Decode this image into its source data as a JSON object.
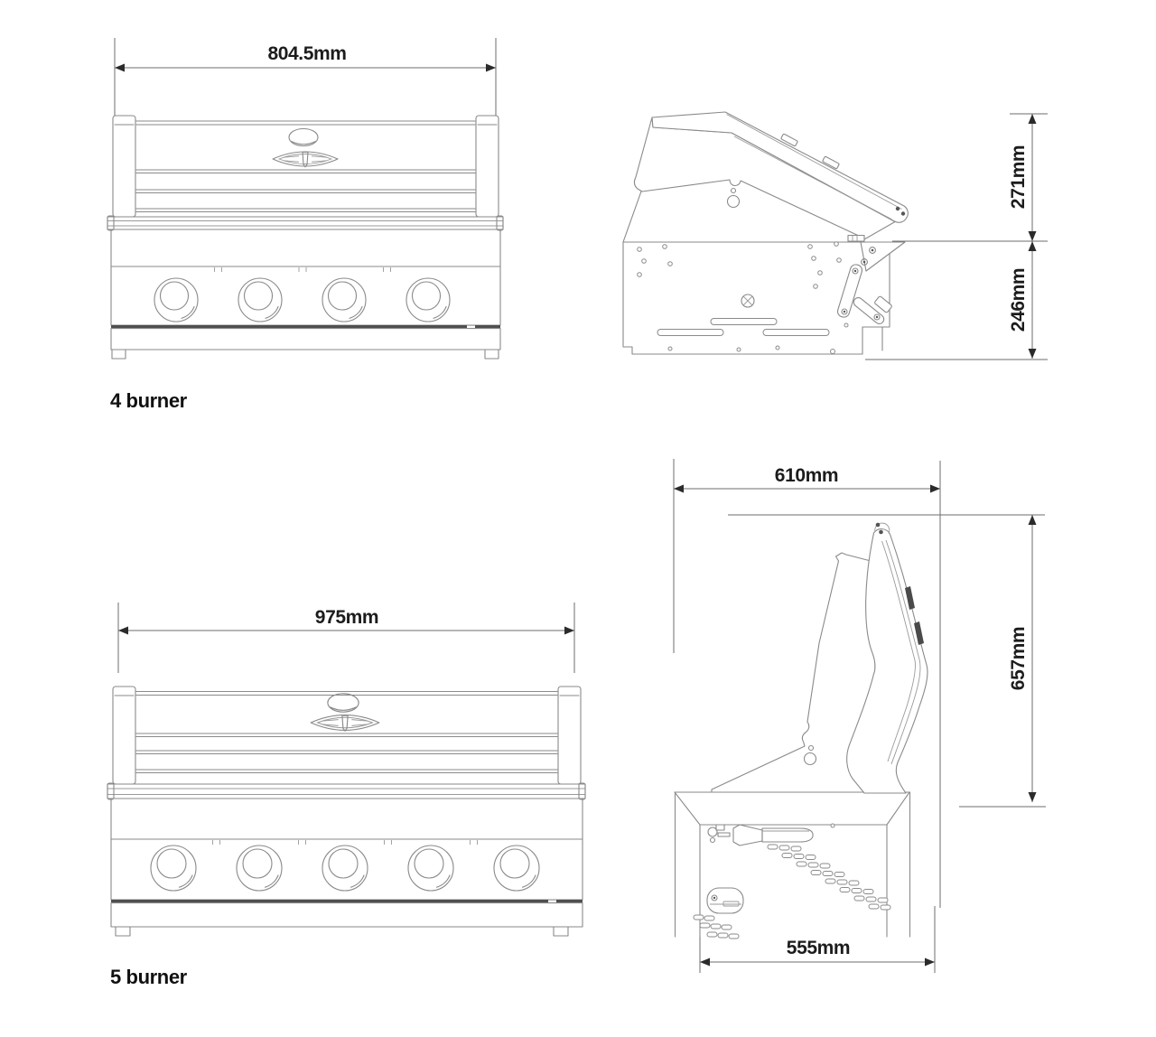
{
  "canvas": {
    "background": "#ffffff",
    "drawing_line_color": "#8a8a8a",
    "dimension_line_color": "#6e6e6e",
    "label_color": "#1c1c1c"
  },
  "sections": {
    "burner4": {
      "label": "4 burner",
      "front_width": "804.5mm",
      "hood_height": "271mm",
      "base_height": "246mm",
      "knob_count": 4
    },
    "burner5": {
      "label": "5 burner",
      "front_width": "975mm",
      "depth": "610mm",
      "open_hood_height": "657mm",
      "cutout_depth": "555mm",
      "knob_count": 5
    }
  },
  "icons": {
    "hood_gauge": "dome-gauge-icon",
    "brand_badge": "brand-badge-icon",
    "control_knob": "burner-knob-icon"
  }
}
